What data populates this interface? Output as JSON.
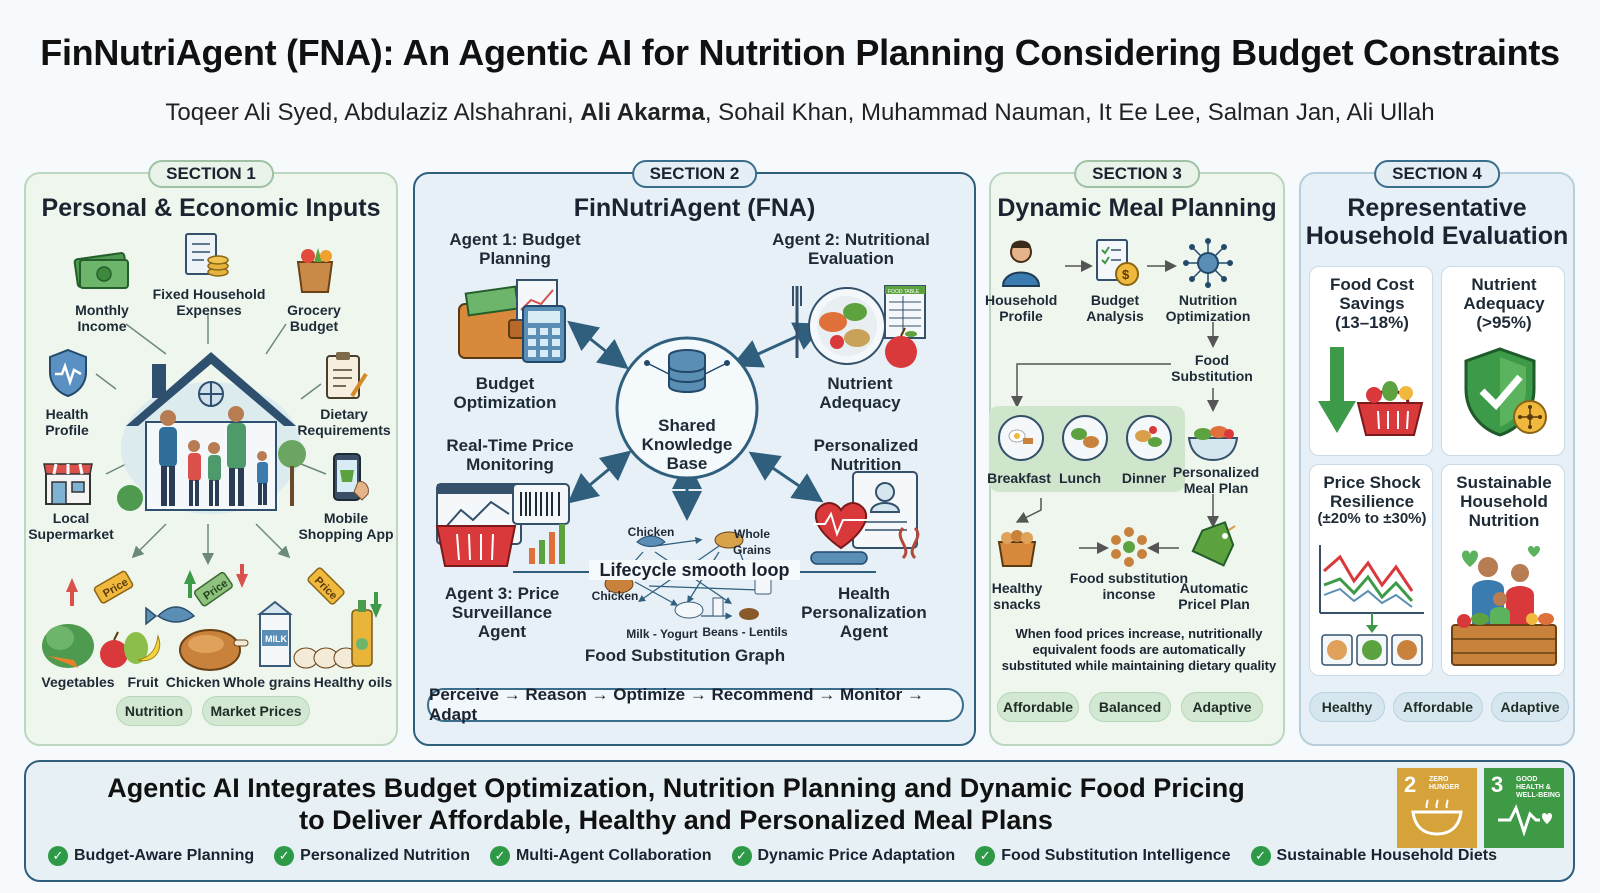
{
  "header": {
    "title": "FinNutriAgent (FNA): An Agentic AI for Nutrition Planning Considering Budget Constraints",
    "authors_before": "Toqeer Ali Syed, Abdulaziz Alshahrani, ",
    "author_bold": "Ali Akarma",
    "authors_after": ", Sohail Khan, Muhammad Nauman, It Ee Lee, Salman Jan, Ali Ullah"
  },
  "section1": {
    "badge": "SECTION 1",
    "title": "Personal & Economic Inputs",
    "monthly_income": "Monthly Income",
    "fixed_expenses": "Fixed Household Expenses",
    "grocery_budget": "Grocery Budget",
    "health_profile": "Health Profile",
    "dietary_requirements": "Dietary Requirements",
    "local_supermarket": "Local Supermarket",
    "mobile_app": "Mobile Shopping App",
    "price_tag": "Price",
    "foods": [
      "Vegetables",
      "Fruit",
      "Chicken",
      "Whole grains",
      "Healthy oils"
    ],
    "pills": [
      "Nutrition",
      "Market Prices"
    ],
    "milk": "MILK"
  },
  "section2": {
    "badge": "SECTION 2",
    "title": "FinNutriAgent (FNA)",
    "agent1": "Agent 1: Budget Planning",
    "agent1_sub": "Budget Optimization",
    "agent2": "Agent 2: Nutritional Evaluation",
    "agent2_sub": "Nutrient Adequacy",
    "agent2_table": "FOOD TABLE",
    "center": "Shared Knowledge Base",
    "rt_price": "Real-Time Price Monitoring",
    "agent3": "Agent 3: Price Surveillance Agent",
    "pers_nutrition": "Personalized Nutrition",
    "health_agent": "Health Personalization Agent",
    "graph_nodes": [
      "Chicken",
      "Whole Grains",
      "Chicken",
      "Milk - Yogurt",
      "Beans - Lentils"
    ],
    "graph_title": "Food Substitution Graph",
    "loop": "Perceive → Reason → Optimize → Recommend → Monitor → Adapt",
    "loop_caption": "Lifecycle smooth loop"
  },
  "section3": {
    "badge": "SECTION 3",
    "title": "Dynamic Meal Planning",
    "household_profile": "Household Profile",
    "budget_analysis": "Budget Analysis",
    "nutrition_optimization": "Nutrition Optimization",
    "food_substitution": "Food Substitution",
    "meals": [
      "Breakfast",
      "Lunch",
      "Dinner"
    ],
    "personalized_plan": "Personalized Meal Plan",
    "healthy_snacks": "Healthy snacks",
    "food_sub_income": "Food substitution inconse",
    "auto_price": "Automatic Pricel Plan",
    "note": "When food prices increase, nutritionally equivalent foods are automatically substituted while maintaining dietary quality",
    "pills": [
      "Affordable",
      "Balanced",
      "Adaptive"
    ]
  },
  "section4": {
    "badge": "SECTION 4",
    "title": "Representative Household Evaluation",
    "cards": [
      {
        "title": "Food Cost Savings",
        "sub": "(13–18%)"
      },
      {
        "title": "Nutrient Adequacy",
        "sub": "(>95%)"
      },
      {
        "title": "Price Shock Resilience",
        "sub": "(±20% to ±30%)"
      },
      {
        "title": "Sustainable Household Nutrition",
        "sub": ""
      }
    ],
    "pills": [
      "Healthy",
      "Affordable",
      "Adaptive"
    ]
  },
  "bottom": {
    "line1": "Agentic AI Integrates Budget Optimization, Nutrition Planning and Dynamic Food Pricing",
    "line2": "to Deliver Affordable, Healthy and Personalized Meal Plans",
    "features": [
      "Budget-Aware Planning",
      "Personalized Nutrition",
      "Multi-Agent Collaboration",
      "Dynamic Price Adaptation",
      "Food Substitution Intelligence",
      "Sustainable Household Diets"
    ],
    "sdg2_num": "2",
    "sdg2_text": "ZERO HUNGER",
    "sdg3_num": "3",
    "sdg3_text": "GOOD HEALTH & WELL-BEING"
  },
  "colors": {
    "green_accent": "#2e9a48",
    "navy": "#2f5f7d",
    "sdg2": "#d6a23a",
    "sdg3": "#3f9a45"
  }
}
